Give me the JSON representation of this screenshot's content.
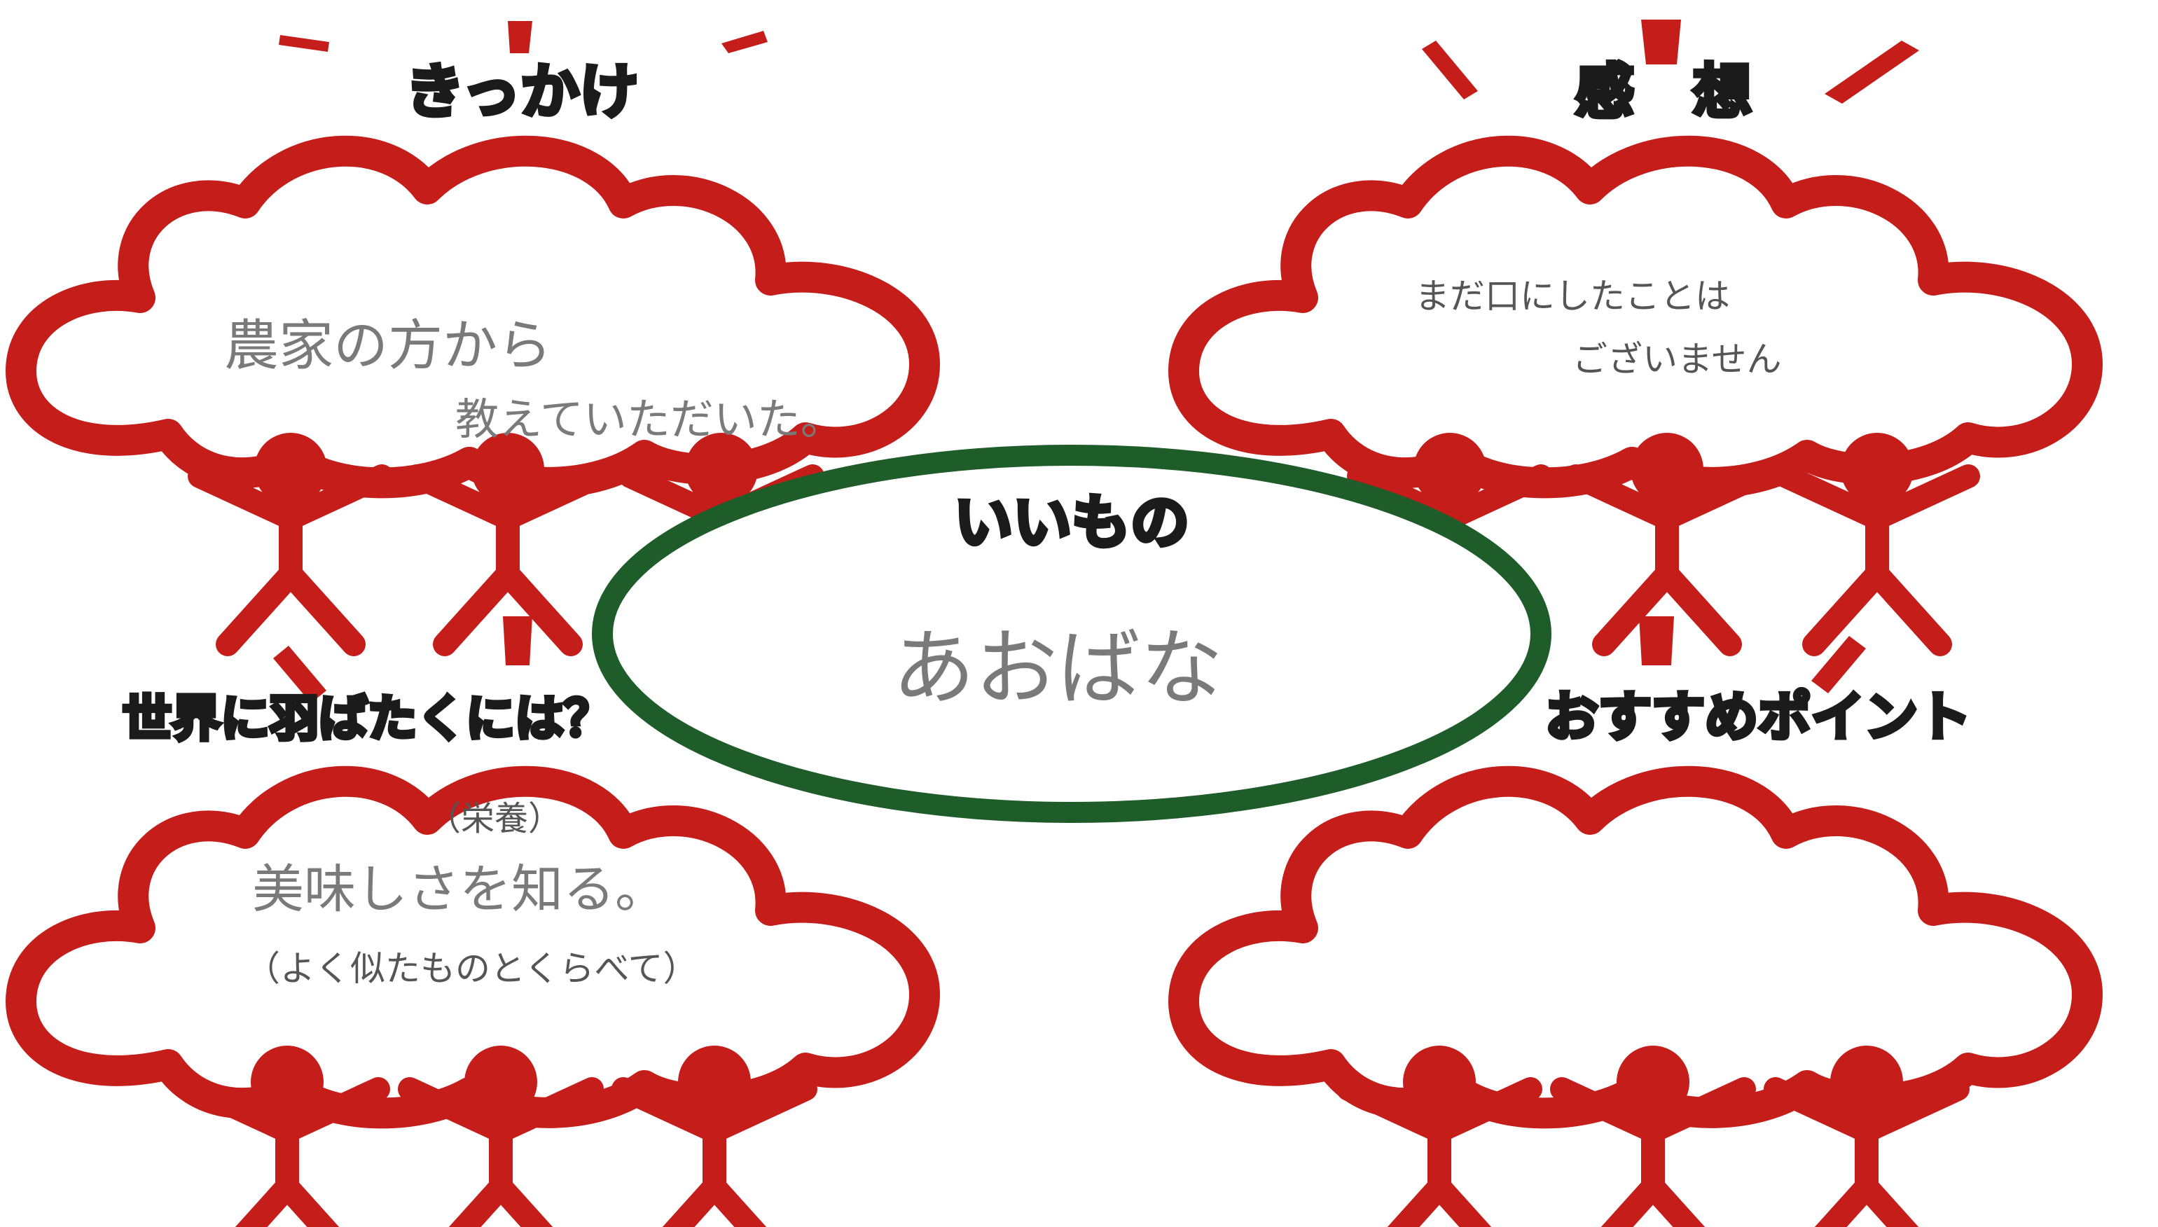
{
  "colors": {
    "cloud": "#c41d1a",
    "oval": "#1e5c29",
    "heading": "#1b1b1b",
    "handwriting": "#7a7a7a"
  },
  "panels": {
    "kikkake": {
      "heading": "きっかけ",
      "lines": [
        "農家の方から",
        "教えていただいた。"
      ]
    },
    "kansou": {
      "heading": "感　想",
      "lines": [
        "まだ口にしたことは",
        "ございません"
      ]
    },
    "sekai": {
      "heading": "世界に羽ばたくには？",
      "lines": [
        "（栄養）",
        "美味しさを知る。",
        "（よく似たものとくらべて）"
      ]
    },
    "osusume": {
      "heading": "おすすめポイント",
      "lines": []
    }
  },
  "center": {
    "heading": "いいもの",
    "value": "あおばな"
  }
}
